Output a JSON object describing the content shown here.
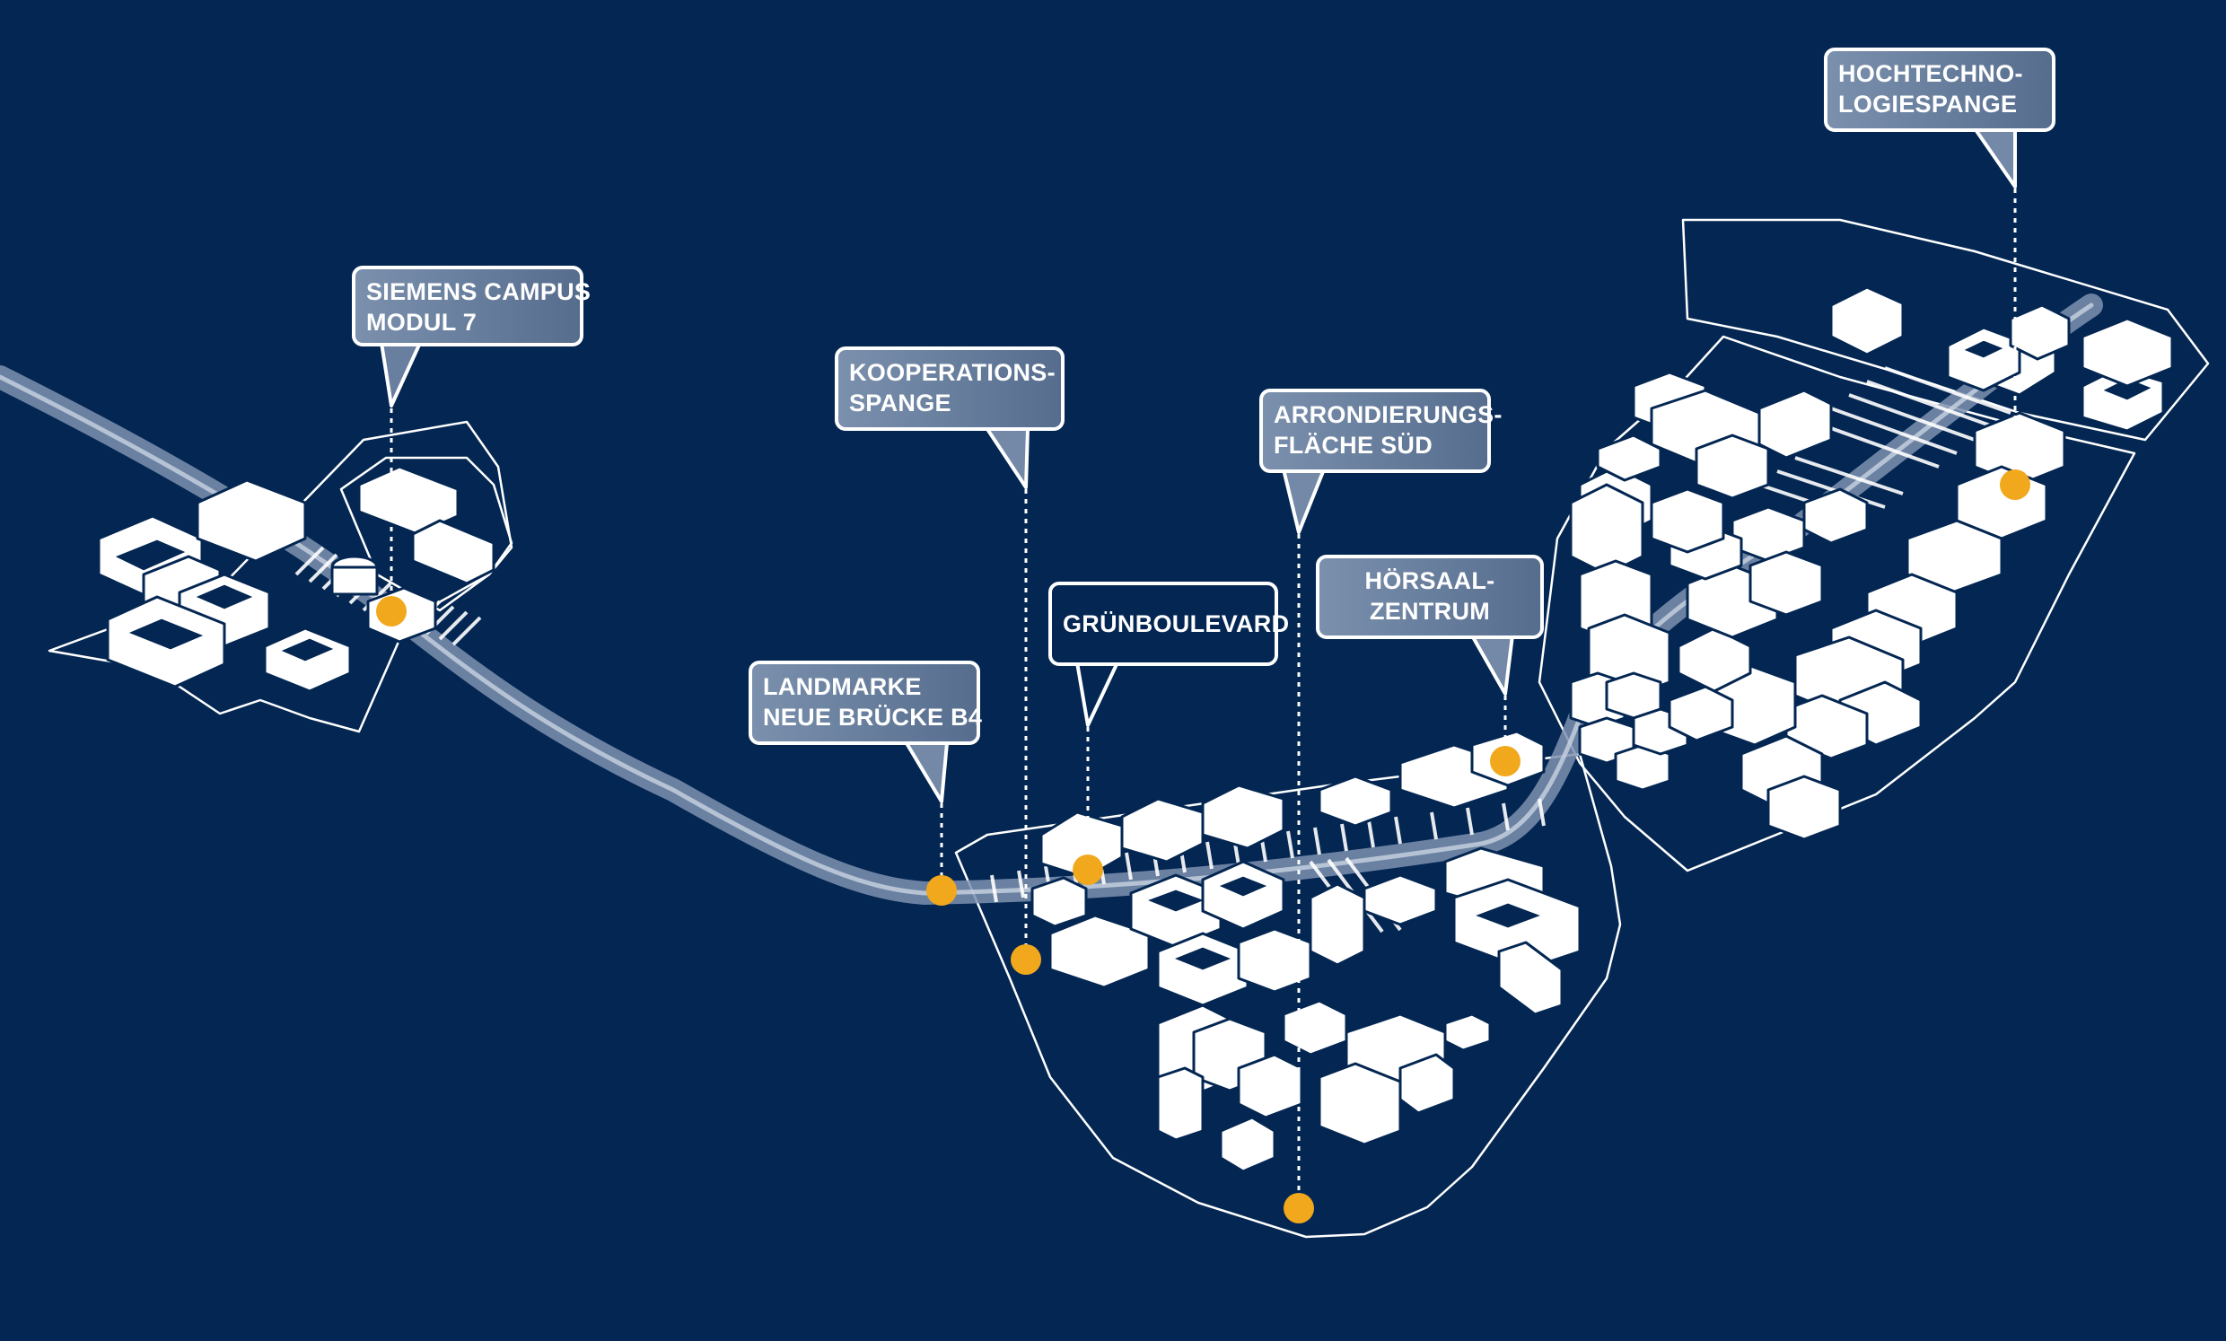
{
  "map": {
    "background_color": "#032652",
    "accent_color": "#f2a81d",
    "outline_color": "#ffffff",
    "callouts": [
      {
        "id": "siemens",
        "lines": [
          "SIEMENS CAMPUS",
          "MODUL 7"
        ]
      },
      {
        "id": "kooperation",
        "lines": [
          "KOOPERATIONS-",
          "SPANGE"
        ]
      },
      {
        "id": "arrondierung",
        "lines": [
          "ARRONDIERUNGS-",
          "FLÄCHE SÜD"
        ]
      },
      {
        "id": "hoersaal",
        "lines": [
          "HÖRSAAL-",
          "ZENTRUM"
        ]
      },
      {
        "id": "gruenboulevard",
        "lines": [
          "GRÜNBOULEVARD"
        ]
      },
      {
        "id": "landmarke",
        "lines": [
          "LANDMARKE",
          "NEUE BRÜCKE B4"
        ]
      },
      {
        "id": "hochtechnologie",
        "lines": [
          "HOCHTECHNO-",
          "LOGIESPANGE"
        ]
      }
    ]
  }
}
